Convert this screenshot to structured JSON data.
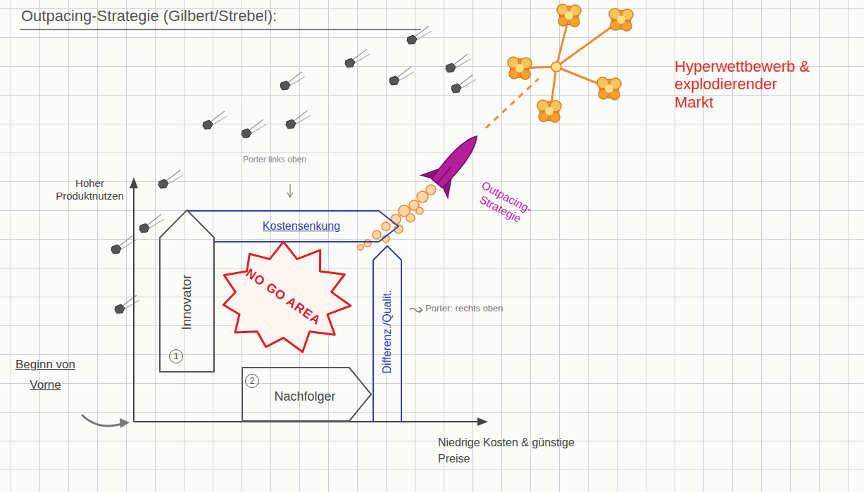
{
  "diagram": {
    "title": "Outpacing-Strategie (Gilbert/Strebel):",
    "nodes": [
      {
        "text": [
          "Innovator",
          "1"
        ]
      },
      {
        "text": [
          "Nachfolger",
          "2"
        ]
      },
      {
        "text": [
          "Kostensenkung"
        ]
      },
      {
        "text": [
          "Differenz./Qualit."
        ]
      },
      {
        "text": [
          "NO GO AREA"
        ]
      }
    ],
    "labels": [
      "Porter links oben",
      "Hoher Produktnutzen",
      "Porter: rechts oben",
      "Outpacing-Strategie",
      "Hyperwettbewerb & explodierender Markt",
      "Beginn von Vorne",
      "Niedrige Kosten & günstige Preise"
    ]
  }
}
